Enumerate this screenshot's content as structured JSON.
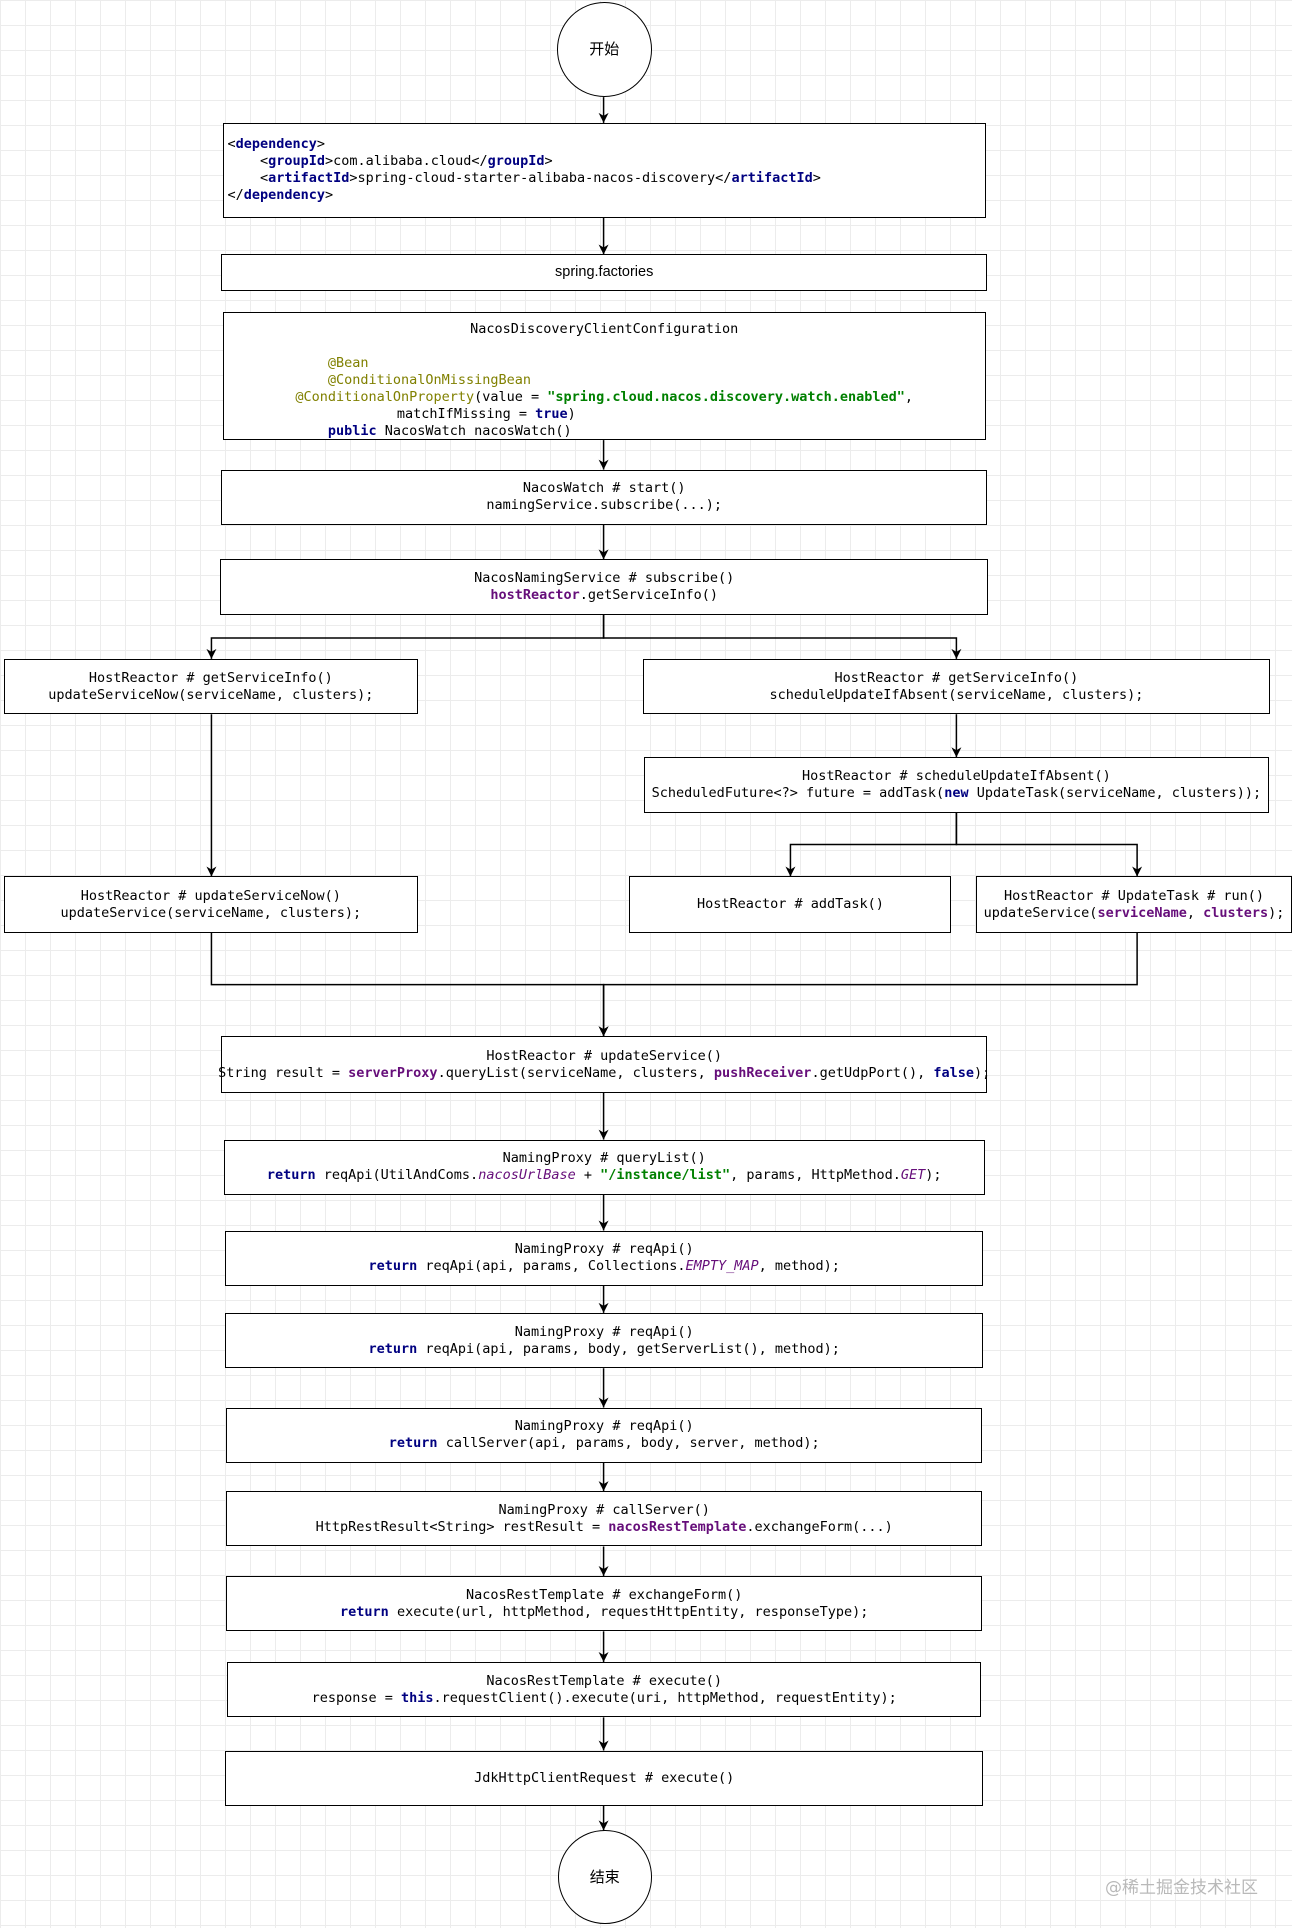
{
  "nodes": [
    {
      "id": "start",
      "type": "circle",
      "lines": [
        [
          {
            "t": "开始"
          }
        ]
      ]
    },
    {
      "id": "dependency",
      "align": "left",
      "lines": [
        [
          {
            "t": "<"
          },
          {
            "t": "dependency",
            "c": "tag"
          },
          {
            "t": ">"
          }
        ],
        [
          {
            "t": "    <"
          },
          {
            "t": "groupId",
            "c": "tag"
          },
          {
            "t": ">com.alibaba.cloud</"
          },
          {
            "t": "groupId",
            "c": "tag"
          },
          {
            "t": ">"
          }
        ],
        [
          {
            "t": "    <"
          },
          {
            "t": "artifactId",
            "c": "tag"
          },
          {
            "t": ">spring-cloud-starter-alibaba-nacos-discovery</"
          },
          {
            "t": "artifactId",
            "c": "tag"
          },
          {
            "t": ">"
          }
        ],
        [
          {
            "t": "</"
          },
          {
            "t": "dependency",
            "c": "tag"
          },
          {
            "t": ">"
          }
        ]
      ]
    },
    {
      "id": "spring-factories",
      "type": "plain",
      "lines": [
        [
          {
            "t": "spring.factories"
          }
        ]
      ]
    },
    {
      "id": "nacos-discovery-client-configuration",
      "top": true,
      "lines": [
        [
          {
            "t": "NacosDiscoveryClientConfiguration"
          }
        ],
        [
          {
            "t": " "
          }
        ],
        [
          {
            "t": "@Bean",
            "c": "ann"
          },
          {
            "t": "                                                               "
          }
        ],
        [
          {
            "t": "@ConditionalOnMissingBean",
            "c": "ann"
          },
          {
            "t": "                                           "
          }
        ],
        [
          {
            "t": "@ConditionalOnProperty",
            "c": "ann"
          },
          {
            "t": "(value = "
          },
          {
            "t": "\"spring.cloud.nacos.discovery.watch.enabled\"",
            "c": "str"
          },
          {
            "t": ","
          }
        ],
        [
          {
            "t": "     matchIfMissing = "
          },
          {
            "t": "true",
            "c": "kw"
          },
          {
            "t": ")                                  "
          }
        ],
        [
          {
            "t": "public ",
            "c": "kw"
          },
          {
            "t": "NacosWatch nacosWatch()                                      "
          }
        ]
      ]
    },
    {
      "id": "nacos-watch-start",
      "lines": [
        [
          {
            "t": "NacosWatch # start()"
          }
        ],
        [
          {
            "t": "namingService.subscribe(...);"
          }
        ]
      ]
    },
    {
      "id": "nacos-naming-service-subscribe",
      "lines": [
        [
          {
            "t": "NacosNamingService # subscribe()"
          }
        ],
        [
          {
            "t": "hostReactor",
            "c": "fld"
          },
          {
            "t": ".getServiceInfo()"
          }
        ]
      ]
    },
    {
      "id": "host-reactor-get-service-info-left",
      "lines": [
        [
          {
            "t": "HostReactor # getServiceInfo()"
          }
        ],
        [
          {
            "t": "updateServiceNow(serviceName, clusters);"
          }
        ]
      ]
    },
    {
      "id": "host-reactor-get-service-info-right",
      "lines": [
        [
          {
            "t": "HostReactor # getServiceInfo()"
          }
        ],
        [
          {
            "t": "scheduleUpdateIfAbsent(serviceName, clusters);"
          }
        ]
      ]
    },
    {
      "id": "host-reactor-schedule-update-if-absent",
      "lines": [
        [
          {
            "t": "HostReactor # scheduleUpdateIfAbsent()"
          }
        ],
        [
          {
            "t": "ScheduledFuture<?> future = addTask("
          },
          {
            "t": "new ",
            "c": "kw"
          },
          {
            "t": "UpdateTask(serviceName, clusters));"
          }
        ]
      ]
    },
    {
      "id": "host-reactor-update-service-now",
      "lines": [
        [
          {
            "t": "HostReactor # updateServiceNow()"
          }
        ],
        [
          {
            "t": "updateService(serviceName, clusters);"
          }
        ]
      ]
    },
    {
      "id": "host-reactor-add-task",
      "lines": [
        [
          {
            "t": "HostReactor # addTask()"
          }
        ]
      ]
    },
    {
      "id": "host-reactor-update-task-run",
      "lines": [
        [
          {
            "t": "HostReactor # UpdateTask # run()"
          }
        ],
        [
          {
            "t": "updateService("
          },
          {
            "t": "serviceName",
            "c": "fld"
          },
          {
            "t": ", "
          },
          {
            "t": "clusters",
            "c": "fld"
          },
          {
            "t": ");"
          }
        ]
      ]
    },
    {
      "id": "host-reactor-update-service",
      "lines": [
        [
          {
            "t": "HostReactor # updateService()"
          }
        ],
        [
          {
            "t": "String result = "
          },
          {
            "t": "serverProxy",
            "c": "fld"
          },
          {
            "t": ".queryList(serviceName, clusters, "
          },
          {
            "t": "pushReceiver",
            "c": "fld"
          },
          {
            "t": ".getUdpPort(), "
          },
          {
            "t": "false",
            "c": "kw"
          },
          {
            "t": ");"
          }
        ]
      ]
    },
    {
      "id": "naming-proxy-query-list",
      "lines": [
        [
          {
            "t": "NamingProxy # queryList()"
          }
        ],
        [
          {
            "t": "return ",
            "c": "kw"
          },
          {
            "t": "reqApi(UtilAndComs."
          },
          {
            "t": "nacosUrlBase",
            "c": "ital"
          },
          {
            "t": " + "
          },
          {
            "t": "\"/instance/list\"",
            "c": "str"
          },
          {
            "t": ", params, HttpMethod."
          },
          {
            "t": "GET",
            "c": "ital"
          },
          {
            "t": ");"
          }
        ]
      ]
    },
    {
      "id": "naming-proxy-req-api-1",
      "lines": [
        [
          {
            "t": "NamingProxy # reqApi()"
          }
        ],
        [
          {
            "t": "return ",
            "c": "kw"
          },
          {
            "t": "reqApi(api, params, Collections."
          },
          {
            "t": "EMPTY_MAP",
            "c": "ital"
          },
          {
            "t": ", method);"
          }
        ]
      ]
    },
    {
      "id": "naming-proxy-req-api-2",
      "lines": [
        [
          {
            "t": "NamingProxy # reqApi()"
          }
        ],
        [
          {
            "t": "return ",
            "c": "kw"
          },
          {
            "t": "reqApi(api, params, body, getServerList(), method);"
          }
        ]
      ]
    },
    {
      "id": "naming-proxy-req-api-3",
      "lines": [
        [
          {
            "t": "NamingProxy # reqApi()"
          }
        ],
        [
          {
            "t": "return ",
            "c": "kw"
          },
          {
            "t": "callServer(api, params, body, server, method);"
          }
        ]
      ]
    },
    {
      "id": "naming-proxy-call-server",
      "lines": [
        [
          {
            "t": "NamingProxy # callServer()"
          }
        ],
        [
          {
            "t": "HttpRestResult<String> restResult = "
          },
          {
            "t": "nacosRestTemplate",
            "c": "fld"
          },
          {
            "t": ".exchangeForm(...)"
          }
        ]
      ]
    },
    {
      "id": "nacos-rest-template-exchange-form",
      "lines": [
        [
          {
            "t": "NacosRestTemplate # exchangeForm()"
          }
        ],
        [
          {
            "t": "return ",
            "c": "kw"
          },
          {
            "t": "execute(url, httpMethod, requestHttpEntity, responseType);"
          }
        ]
      ]
    },
    {
      "id": "nacos-rest-template-execute",
      "lines": [
        [
          {
            "t": "NacosRestTemplate # execute()"
          }
        ],
        [
          {
            "t": "response = "
          },
          {
            "t": "this",
            "c": "kw"
          },
          {
            "t": ".requestClient().execute(uri, httpMethod, requestEntity);"
          }
        ]
      ]
    },
    {
      "id": "jdk-http-client-request-execute",
      "lines": [
        [
          {
            "t": "JdkHttpClientRequest # execute()"
          }
        ]
      ]
    },
    {
      "id": "end",
      "type": "circle",
      "lines": [
        [
          {
            "t": "结束"
          }
        ]
      ]
    }
  ],
  "edges": [
    {
      "from": "start",
      "to": "dependency"
    },
    {
      "from": "dependency",
      "to": "spring-factories"
    },
    {
      "from": "nacos-discovery-client-configuration",
      "to": "nacos-watch-start"
    },
    {
      "from": "nacos-watch-start",
      "to": "nacos-naming-service-subscribe"
    },
    {
      "from": "nacos-naming-service-subscribe",
      "to": "host-reactor-get-service-info-left"
    },
    {
      "from": "nacos-naming-service-subscribe",
      "to": "host-reactor-get-service-info-right"
    },
    {
      "from": "host-reactor-get-service-info-right",
      "to": "host-reactor-schedule-update-if-absent"
    },
    {
      "from": "host-reactor-get-service-info-left",
      "to": "host-reactor-update-service-now"
    },
    {
      "from": "host-reactor-schedule-update-if-absent",
      "to": "host-reactor-add-task"
    },
    {
      "from": "host-reactor-schedule-update-if-absent",
      "to": "host-reactor-update-task-run"
    },
    {
      "from": "host-reactor-update-service-now",
      "to": "host-reactor-update-service"
    },
    {
      "from": "host-reactor-update-task-run",
      "to": "host-reactor-update-service"
    },
    {
      "from": "host-reactor-update-service",
      "to": "naming-proxy-query-list"
    },
    {
      "from": "naming-proxy-query-list",
      "to": "naming-proxy-req-api-1"
    },
    {
      "from": "naming-proxy-req-api-1",
      "to": "naming-proxy-req-api-2"
    },
    {
      "from": "naming-proxy-req-api-2",
      "to": "naming-proxy-req-api-3"
    },
    {
      "from": "naming-proxy-req-api-3",
      "to": "naming-proxy-call-server"
    },
    {
      "from": "naming-proxy-call-server",
      "to": "nacos-rest-template-exchange-form"
    },
    {
      "from": "nacos-rest-template-exchange-form",
      "to": "nacos-rest-template-execute"
    },
    {
      "from": "nacos-rest-template-execute",
      "to": "jdk-http-client-request-execute"
    },
    {
      "from": "jdk-http-client-request-execute",
      "to": "end"
    }
  ],
  "watermark": "@稀土掘金技术社区"
}
